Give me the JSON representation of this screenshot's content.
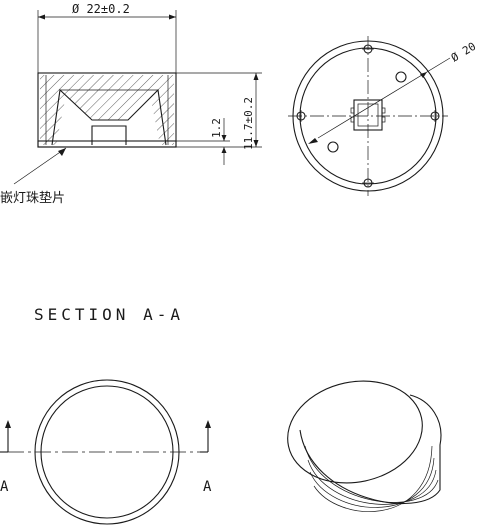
{
  "dimensions": {
    "outer_diameter": "Ø 22±0.2",
    "inner_diameter": "Ø 20",
    "height": "11.7±0.2",
    "base_thickness": "1.2"
  },
  "annotation": "嵌灯珠垫片",
  "section_title": "SECTION A-A",
  "section_marks": {
    "left": "A",
    "right": "A"
  }
}
